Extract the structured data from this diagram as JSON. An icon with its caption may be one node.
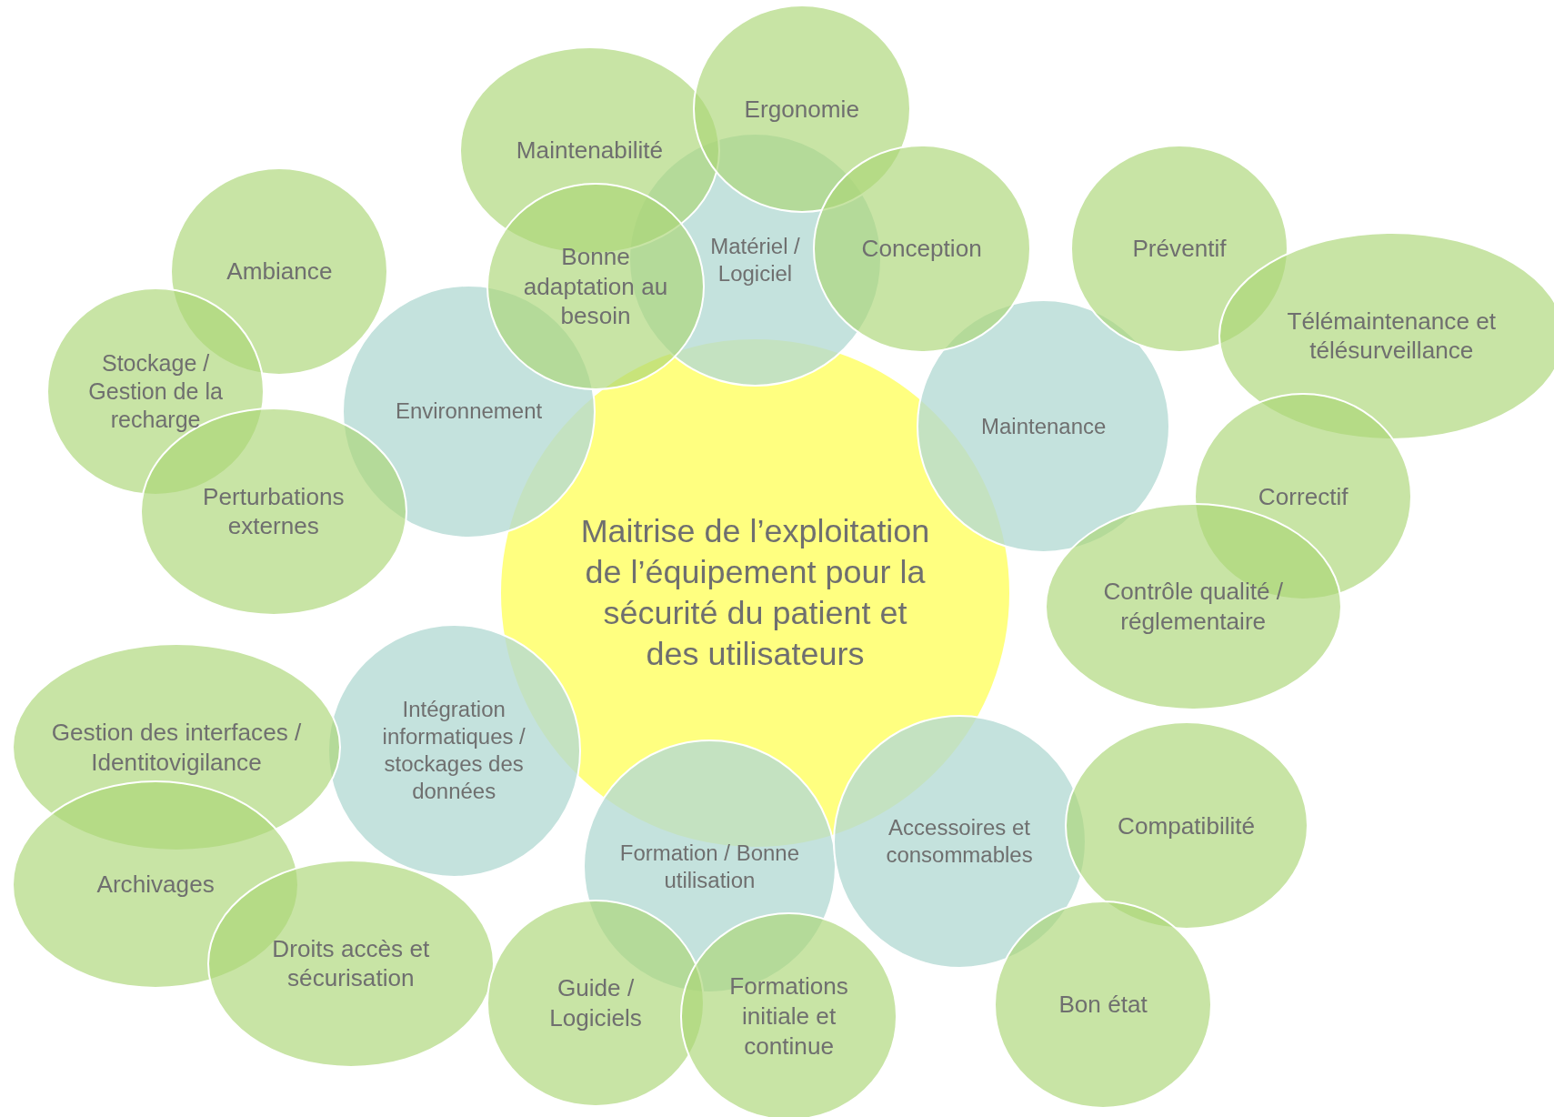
{
  "diagram": {
    "nodes": [
      {
        "text": [
          "Maitrise de l’exploitation de l’équipement pour la sécurité du patient et des utilisateurs"
        ]
      },
      {
        "text": [
          "Matériel / Logiciel"
        ]
      },
      {
        "text": [
          "Environnement"
        ]
      },
      {
        "text": [
          "Maintenance"
        ]
      },
      {
        "text": [
          "Intégration informatiques / stockages des données"
        ]
      },
      {
        "text": [
          "Formation / Bonne utilisation"
        ]
      },
      {
        "text": [
          "Accessoires et consommables"
        ]
      },
      {
        "text": [
          "Maintenabilité"
        ]
      },
      {
        "text": [
          "Ergonomie"
        ]
      },
      {
        "text": [
          "Bonne adaptation au besoin"
        ]
      },
      {
        "text": [
          "Conception"
        ]
      },
      {
        "text": [
          "Ambiance"
        ]
      },
      {
        "text": [
          "Stockage / Gestion de la recharge"
        ]
      },
      {
        "text": [
          "Perturbations externes"
        ]
      },
      {
        "text": [
          "Préventif"
        ]
      },
      {
        "text": [
          "Télémaintenance et télésurveillance"
        ]
      },
      {
        "text": [
          "Correctif"
        ]
      },
      {
        "text": [
          "Contrôle qualité / réglementaire"
        ]
      },
      {
        "text": [
          "Gestion des interfaces / Identitovigilance"
        ]
      },
      {
        "text": [
          "Archivages"
        ]
      },
      {
        "text": [
          "Droits accès et sécurisation"
        ]
      },
      {
        "text": [
          "Compatibilité"
        ]
      },
      {
        "text": [
          "Guide / Logiciels"
        ]
      },
      {
        "text": [
          "Formations initiale et continue"
        ]
      },
      {
        "text": [
          "Bon état"
        ]
      }
    ]
  }
}
